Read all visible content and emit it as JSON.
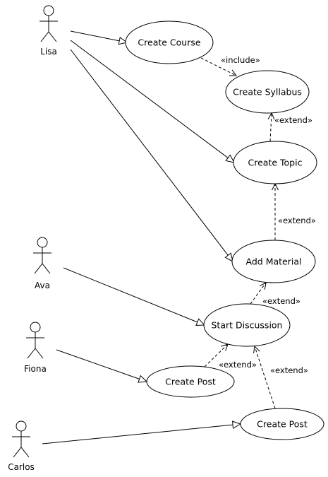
{
  "actors": [
    {
      "id": "lisa",
      "label": "Lisa"
    },
    {
      "id": "ava",
      "label": "Ava"
    },
    {
      "id": "fiona",
      "label": "Fiona"
    },
    {
      "id": "carlos",
      "label": "Carlos"
    }
  ],
  "use_cases": [
    {
      "id": "create-course",
      "label": "Create Course"
    },
    {
      "id": "create-syllabus",
      "label": "Create Syllabus"
    },
    {
      "id": "create-topic",
      "label": "Create Topic"
    },
    {
      "id": "add-material",
      "label": "Add Material"
    },
    {
      "id": "start-discussion",
      "label": "Start Discussion"
    },
    {
      "id": "create-post-a",
      "label": "Create Post"
    },
    {
      "id": "create-post-b",
      "label": "Create Post"
    }
  ],
  "associations": [
    {
      "from": "lisa",
      "to": "create-course"
    },
    {
      "from": "lisa",
      "to": "create-topic"
    },
    {
      "from": "lisa",
      "to": "add-material"
    },
    {
      "from": "ava",
      "to": "start-discussion"
    },
    {
      "from": "fiona",
      "to": "create-post-a"
    },
    {
      "from": "carlos",
      "to": "create-post-b"
    }
  ],
  "dependencies": [
    {
      "from": "create-course",
      "to": "create-syllabus",
      "stereotype": "«include»"
    },
    {
      "from": "create-topic",
      "to": "create-syllabus",
      "stereotype": "«extend»"
    },
    {
      "from": "add-material",
      "to": "create-topic",
      "stereotype": "«extend»"
    },
    {
      "from": "start-discussion",
      "to": "add-material",
      "stereotype": "«extend»"
    },
    {
      "from": "create-post-a",
      "to": "start-discussion",
      "stereotype": "«extend»"
    },
    {
      "from": "create-post-b",
      "to": "start-discussion",
      "stereotype": "«extend»"
    }
  ]
}
